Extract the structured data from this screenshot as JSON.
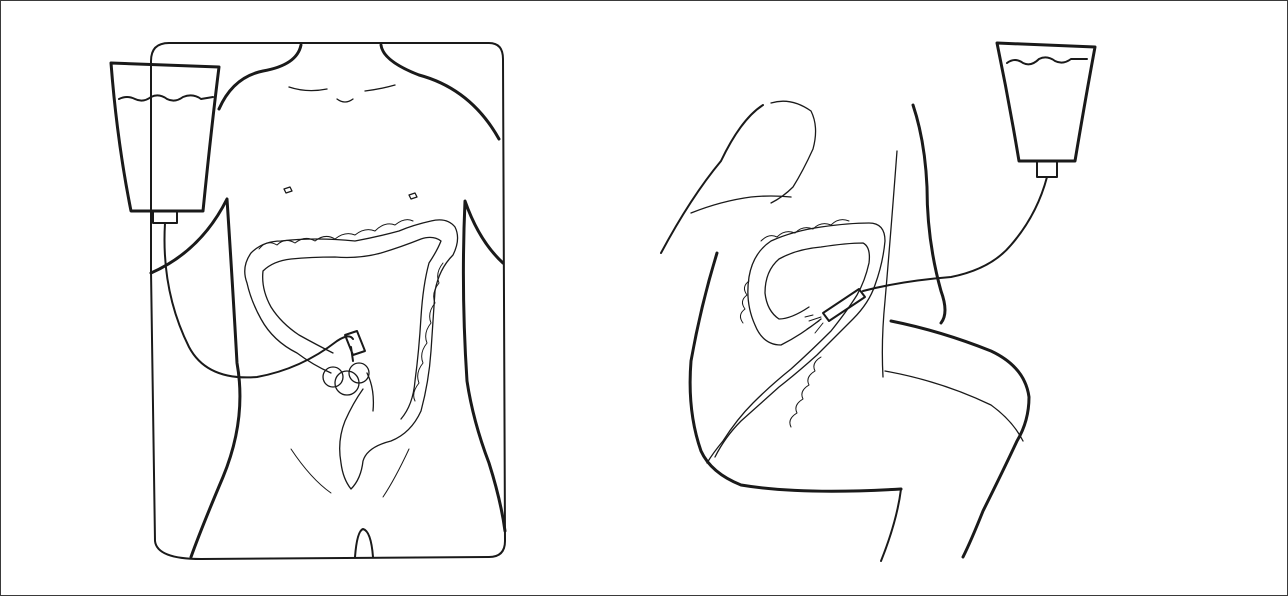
{
  "figure": {
    "panels": [
      {
        "view": "front",
        "elements": [
          "torso-outline",
          "enema-bag",
          "irrigation-tube",
          "colon",
          "rectal-tip"
        ]
      },
      {
        "view": "side",
        "elements": [
          "torso-outline",
          "enema-bag",
          "irrigation-tube",
          "colon",
          "rectal-tip"
        ]
      }
    ],
    "colors": {
      "ink": "#1a1a1a",
      "background": "#ffffff",
      "border": "#3a3a3a"
    }
  }
}
